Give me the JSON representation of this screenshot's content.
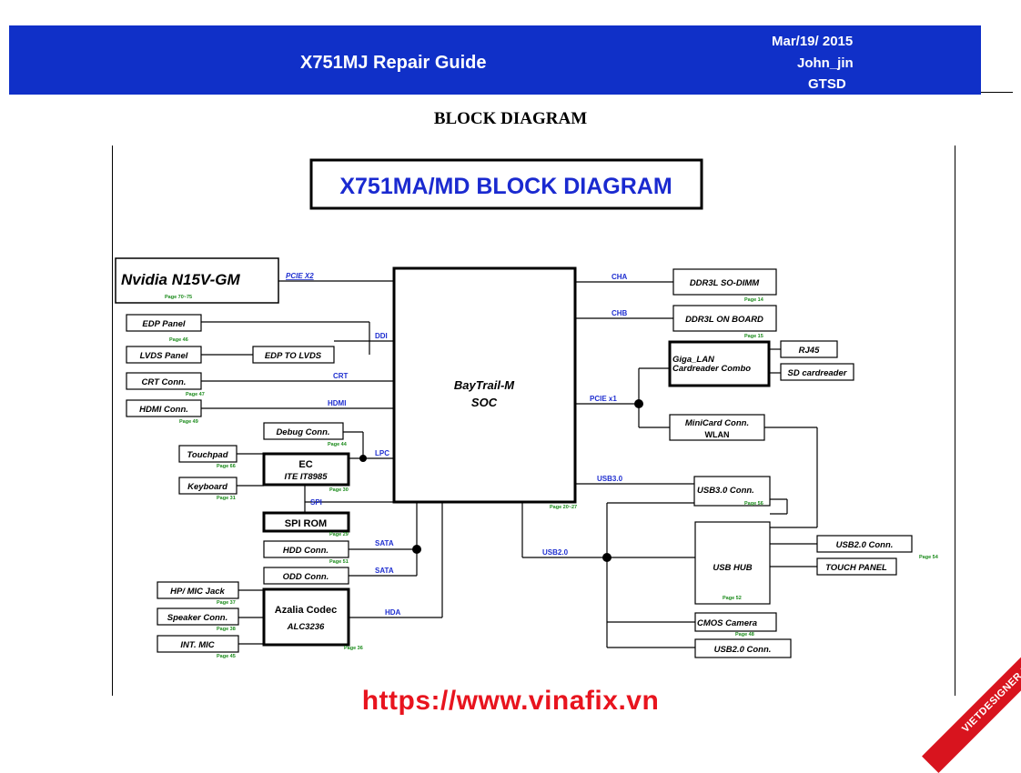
{
  "header": {
    "title": "X751MJ Repair Guide",
    "date": "Mar/19/ 2015",
    "author": "John_jin",
    "dept": "GTSD"
  },
  "section_title": "BLOCK DIAGRAM",
  "diagram": {
    "title": "X751MA/MD BLOCK DIAGRAM",
    "gpu": {
      "label": "Nvidia N15V-GM",
      "page": "Page 70~75"
    },
    "soc": {
      "line1": "BayTrail-M",
      "line2": "SOC",
      "page": "Page 20~27"
    },
    "blocks": {
      "edp_panel": "EDP Panel",
      "lvds_panel": "LVDS Panel",
      "edp_to_lvds": "EDP TO LVDS",
      "crt_conn": "CRT Conn.",
      "hdmi_conn": "HDMI Conn.",
      "debug_conn": "Debug Conn.",
      "touchpad": "Touchpad",
      "keyboard": "Keyboard",
      "ec_line1": "EC",
      "ec_line2": "ITE IT8985",
      "spi_rom": "SPI ROM",
      "hdd_conn": "HDD Conn.",
      "odd_conn": "ODD Conn.",
      "hp_mic": "HP/ MIC Jack",
      "speaker": "Speaker Conn.",
      "int_mic": "INT. MIC",
      "codec_line1": "Azalia Codec",
      "codec_line2": "ALC3236",
      "ddr_sodimm": "DDR3L SO-DIMM",
      "ddr_onboard": "DDR3L ON BOARD",
      "lan_line1": "Giga_LAN",
      "lan_line2": "Cardreader Combo",
      "rj45": "RJ45",
      "sd": "SD cardreader",
      "minicard_line1": "MiniCard Conn.",
      "minicard_line2": "WLAN",
      "usb3_conn": "USB3.0 Conn.",
      "usb_hub": "USB HUB",
      "usb2_conn_a": "USB2.0 Conn.",
      "touch_panel": "TOUCH PANEL",
      "cmos": "CMOS Camera",
      "usb2_conn_b": "USB2.0 Conn."
    },
    "buses": {
      "pcie_x2": "PCIE X2",
      "ddi": "DDI",
      "crt": "CRT",
      "hdmi": "HDMI",
      "lpc": "LPC",
      "spi": "SPI",
      "sata1": "SATA",
      "sata2": "SATA",
      "hda": "HDA",
      "cha": "CHA",
      "chb": "CHB",
      "pcie_x1": "PCIE x1",
      "usb3": "USB3.0",
      "usb2": "USB2.0"
    },
    "pages": {
      "ddr_sodimm": "Page 14",
      "ddr_onboard": "Page 15",
      "edp_panel": "Page 46",
      "crt": "Page 47",
      "hdmi": "Page 49",
      "debug": "Page 44",
      "touchpad": "Page 66",
      "ec": "Page 30",
      "keyboard": "Page 31",
      "spi": "Page 29",
      "hdd": "Page 51",
      "hp_mic": "Page 37",
      "speaker": "Page 38",
      "int_mic": "Page 45",
      "codec": "Page 36",
      "usb3": "Page 56",
      "hub": "Page 52",
      "usb2_a": "Page 54",
      "cmos": "Page 48"
    }
  },
  "watermark": "https://www.vinafix.vn",
  "corner_badge": "VIETDESIGNER.NET",
  "colors": {
    "banner": "#1030c8",
    "bus_label": "#1f2fd0",
    "page_label": "#1a8a1a",
    "watermark": "#e8141e"
  }
}
